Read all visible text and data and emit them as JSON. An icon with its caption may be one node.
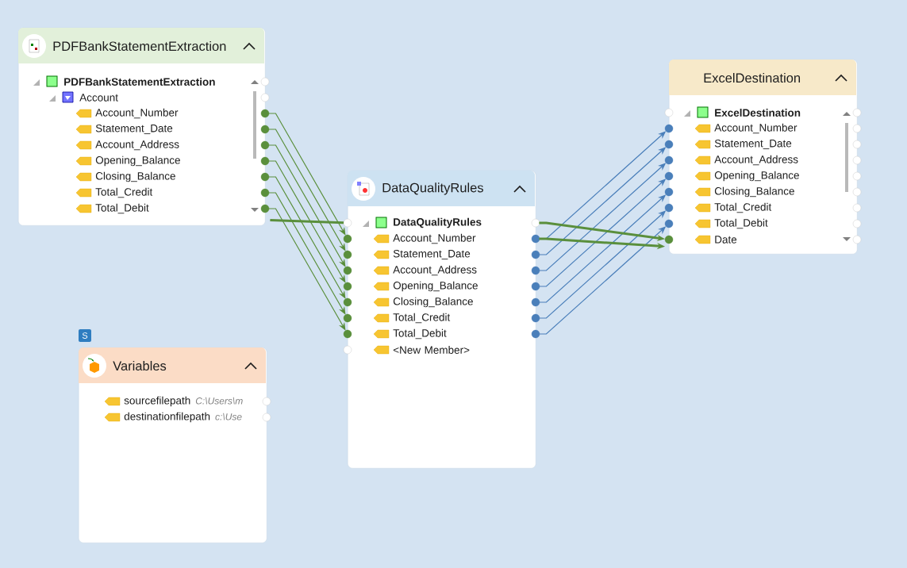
{
  "diagram": {
    "nodes": [
      {
        "text": [
          "PDFBankStatementExtraction"
        ]
      },
      {
        "text": [
          "PDFBankStatementExtraction"
        ],
        "in": 0
      },
      {
        "text": [
          "Account"
        ],
        "in": 0
      },
      {
        "text": [
          "Account_Number"
        ],
        "in": 0
      },
      {
        "text": [
          "Statement_Date"
        ],
        "in": 0
      },
      {
        "text": [
          "Account_Address"
        ],
        "in": 0
      },
      {
        "text": [
          "Opening_Balance"
        ],
        "in": 0
      },
      {
        "text": [
          "Closing_Balance"
        ],
        "in": 0
      },
      {
        "text": [
          "Total_Credit"
        ],
        "in": 0
      },
      {
        "text": [
          "Total_Debit"
        ],
        "in": 0
      },
      {
        "text": [
          "DataQualityRules"
        ]
      },
      {
        "text": [
          "DataQualityRules"
        ],
        "in": 10
      },
      {
        "text": [
          "Account_Number"
        ],
        "in": 10
      },
      {
        "text": [
          "Statement_Date"
        ],
        "in": 10
      },
      {
        "text": [
          "Account_Address"
        ],
        "in": 10
      },
      {
        "text": [
          "Opening_Balance"
        ],
        "in": 10
      },
      {
        "text": [
          "Closing_Balance"
        ],
        "in": 10
      },
      {
        "text": [
          "Total_Credit"
        ],
        "in": 10
      },
      {
        "text": [
          "Total_Debit"
        ],
        "in": 10
      },
      {
        "text": [
          "<New Member>"
        ],
        "in": 10
      },
      {
        "text": [
          "ExcelDestination"
        ]
      },
      {
        "text": [
          "ExcelDestination"
        ],
        "in": 20
      },
      {
        "text": [
          "Account_Number"
        ],
        "in": 20
      },
      {
        "text": [
          "Statement_Date"
        ],
        "in": 20
      },
      {
        "text": [
          "Account_Address"
        ],
        "in": 20
      },
      {
        "text": [
          "Opening_Balance"
        ],
        "in": 20
      },
      {
        "text": [
          "Closing_Balance"
        ],
        "in": 20
      },
      {
        "text": [
          "Total_Credit"
        ],
        "in": 20
      },
      {
        "text": [
          "Total_Debit"
        ],
        "in": 20
      },
      {
        "text": [
          "Date"
        ],
        "in": 20
      },
      {
        "text": [
          "Variables"
        ]
      },
      {
        "text": [
          "sourcefilepath",
          "C:\\Users\\m"
        ],
        "in": 30
      },
      {
        "text": [
          "destinationfilepath",
          "c:\\Use"
        ],
        "in": 30
      }
    ],
    "edges": [
      {
        "from": 3,
        "to": 12,
        "arrow": "to"
      },
      {
        "from": 4,
        "to": 13,
        "arrow": "to"
      },
      {
        "from": 5,
        "to": 14,
        "arrow": "to"
      },
      {
        "from": 6,
        "to": 15,
        "arrow": "to"
      },
      {
        "from": 7,
        "to": 16,
        "arrow": "to"
      },
      {
        "from": 8,
        "to": 17,
        "arrow": "to"
      },
      {
        "from": 9,
        "to": 18,
        "arrow": "to"
      },
      {
        "from": 0,
        "to": 11,
        "arrow": "none",
        "style": "thick"
      },
      {
        "from": 12,
        "to": 22,
        "arrow": "to",
        "color": "#4a7fba"
      },
      {
        "from": 13,
        "to": 23,
        "arrow": "to",
        "color": "#4a7fba"
      },
      {
        "from": 14,
        "to": 24,
        "arrow": "to",
        "color": "#4a7fba"
      },
      {
        "from": 15,
        "to": 25,
        "arrow": "to",
        "color": "#4a7fba"
      },
      {
        "from": 16,
        "to": 26,
        "arrow": "to",
        "color": "#4a7fba"
      },
      {
        "from": 17,
        "to": 27,
        "arrow": "to",
        "color": "#4a7fba"
      },
      {
        "from": 18,
        "to": 28,
        "arrow": "to",
        "color": "#4a7fba"
      },
      {
        "from": 11,
        "to": 29,
        "arrow": "to",
        "style": "thick"
      },
      {
        "from": 12,
        "to": 29,
        "arrow": "to",
        "style": "thick"
      }
    ],
    "labels": [
      "S"
    ]
  }
}
